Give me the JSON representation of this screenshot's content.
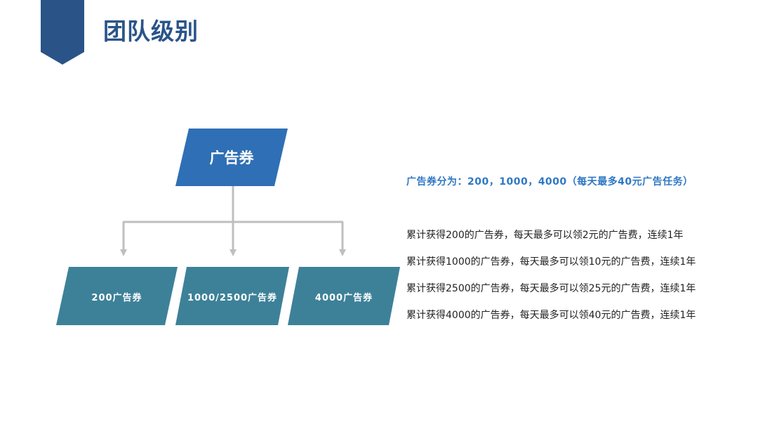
{
  "page": {
    "title": "团队级别"
  },
  "diagram": {
    "root": {
      "label": "广告券",
      "color": "#2f6fb5"
    },
    "children": [
      {
        "label": "200广告券",
        "color": "#3d8198"
      },
      {
        "label": "1000/2500广告券",
        "color": "#3d8198"
      },
      {
        "label": "4000广告券",
        "color": "#3d8198"
      }
    ],
    "connector_color": "#bfbfbf"
  },
  "info": {
    "headline": "广告券分为：200，1000，4000（每天最多40元广告任务）",
    "rules": [
      "累计获得200的广告券，每天最多可以领2元的广告费，连续1年",
      "累计获得1000的广告券，每天最多可以领10元的广告费，连续1年",
      "累计获得2500的广告券，每天最多可以领25元的广告费，连续1年",
      "累计获得4000的广告券，每天最多可以领40元的广告费，连续1年"
    ]
  },
  "colors": {
    "title": "#2a5488",
    "ribbon": "#2a5488",
    "headline": "#2f78c4",
    "body_text": "#222222"
  }
}
